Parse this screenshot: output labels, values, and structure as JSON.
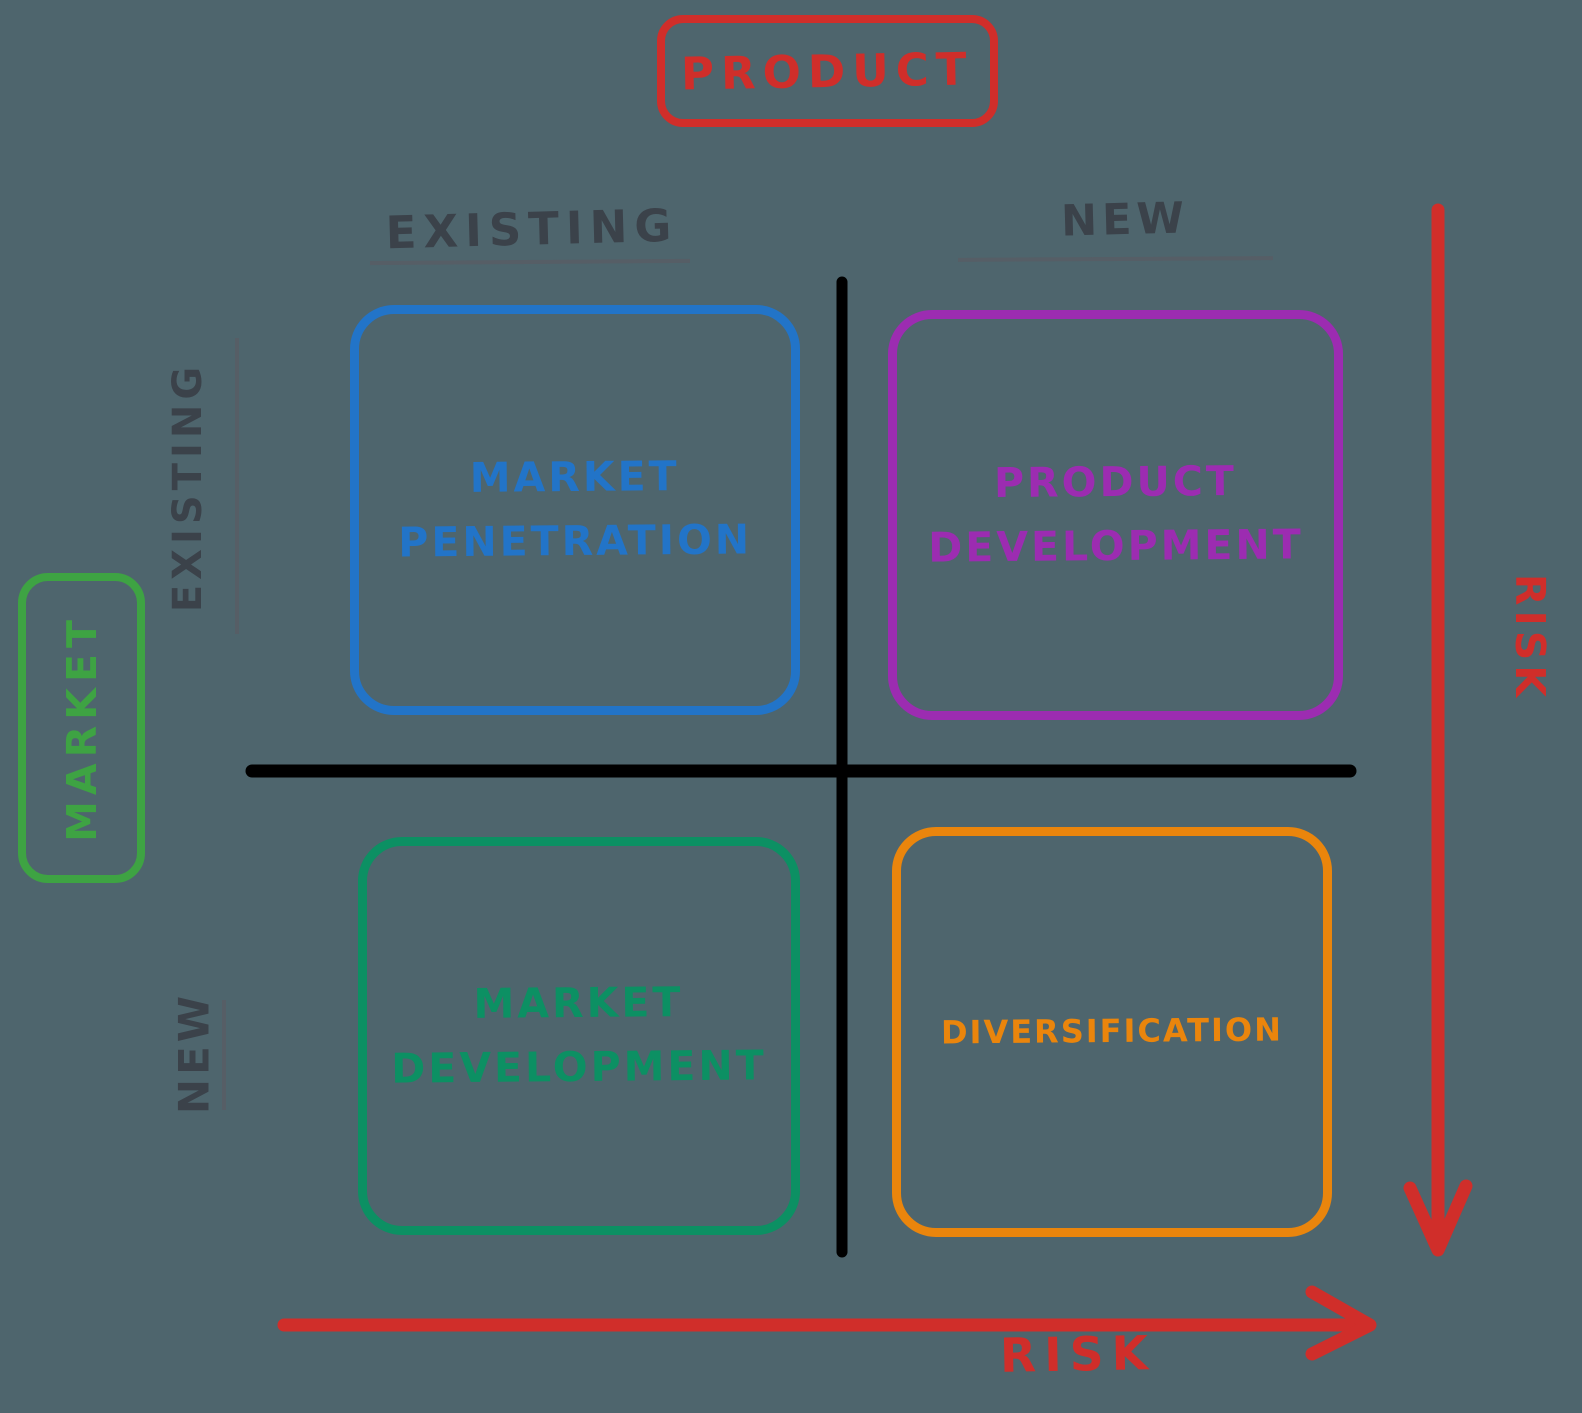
{
  "diagram": {
    "name": "ansoff-matrix",
    "product_axis": {
      "label": "PRODUCT"
    },
    "market_axis": {
      "label": "MARKET"
    },
    "columns": {
      "existing": "EXISTING",
      "new": "NEW"
    },
    "rows": {
      "existing": "EXISTING",
      "new": "NEW"
    },
    "quadrants": {
      "market_penetration": {
        "label": "MARKET\nPENETRATION",
        "color": "#2274c8"
      },
      "product_development": {
        "label": "PRODUCT\nDEVELOPMENT",
        "color": "#9c2cb1"
      },
      "market_development": {
        "label": "MARKET\nDEVELOPMENT",
        "color": "#0c9063"
      },
      "diversification": {
        "label": "DIVERSIFICATION",
        "color": "#ea850c"
      }
    },
    "risk": {
      "vertical_label": "RISK",
      "horizontal_label": "RISK"
    },
    "colors": {
      "background": "#4e656d",
      "red": "#d02e2a",
      "blue": "#2274c8",
      "purple": "#9c2cb1",
      "green": "#3ea343",
      "sea_green": "#0c9063",
      "orange": "#ea850c",
      "label_gray": "#3b424a",
      "rule_gray": "#565e66",
      "axis_black": "#000000"
    }
  }
}
